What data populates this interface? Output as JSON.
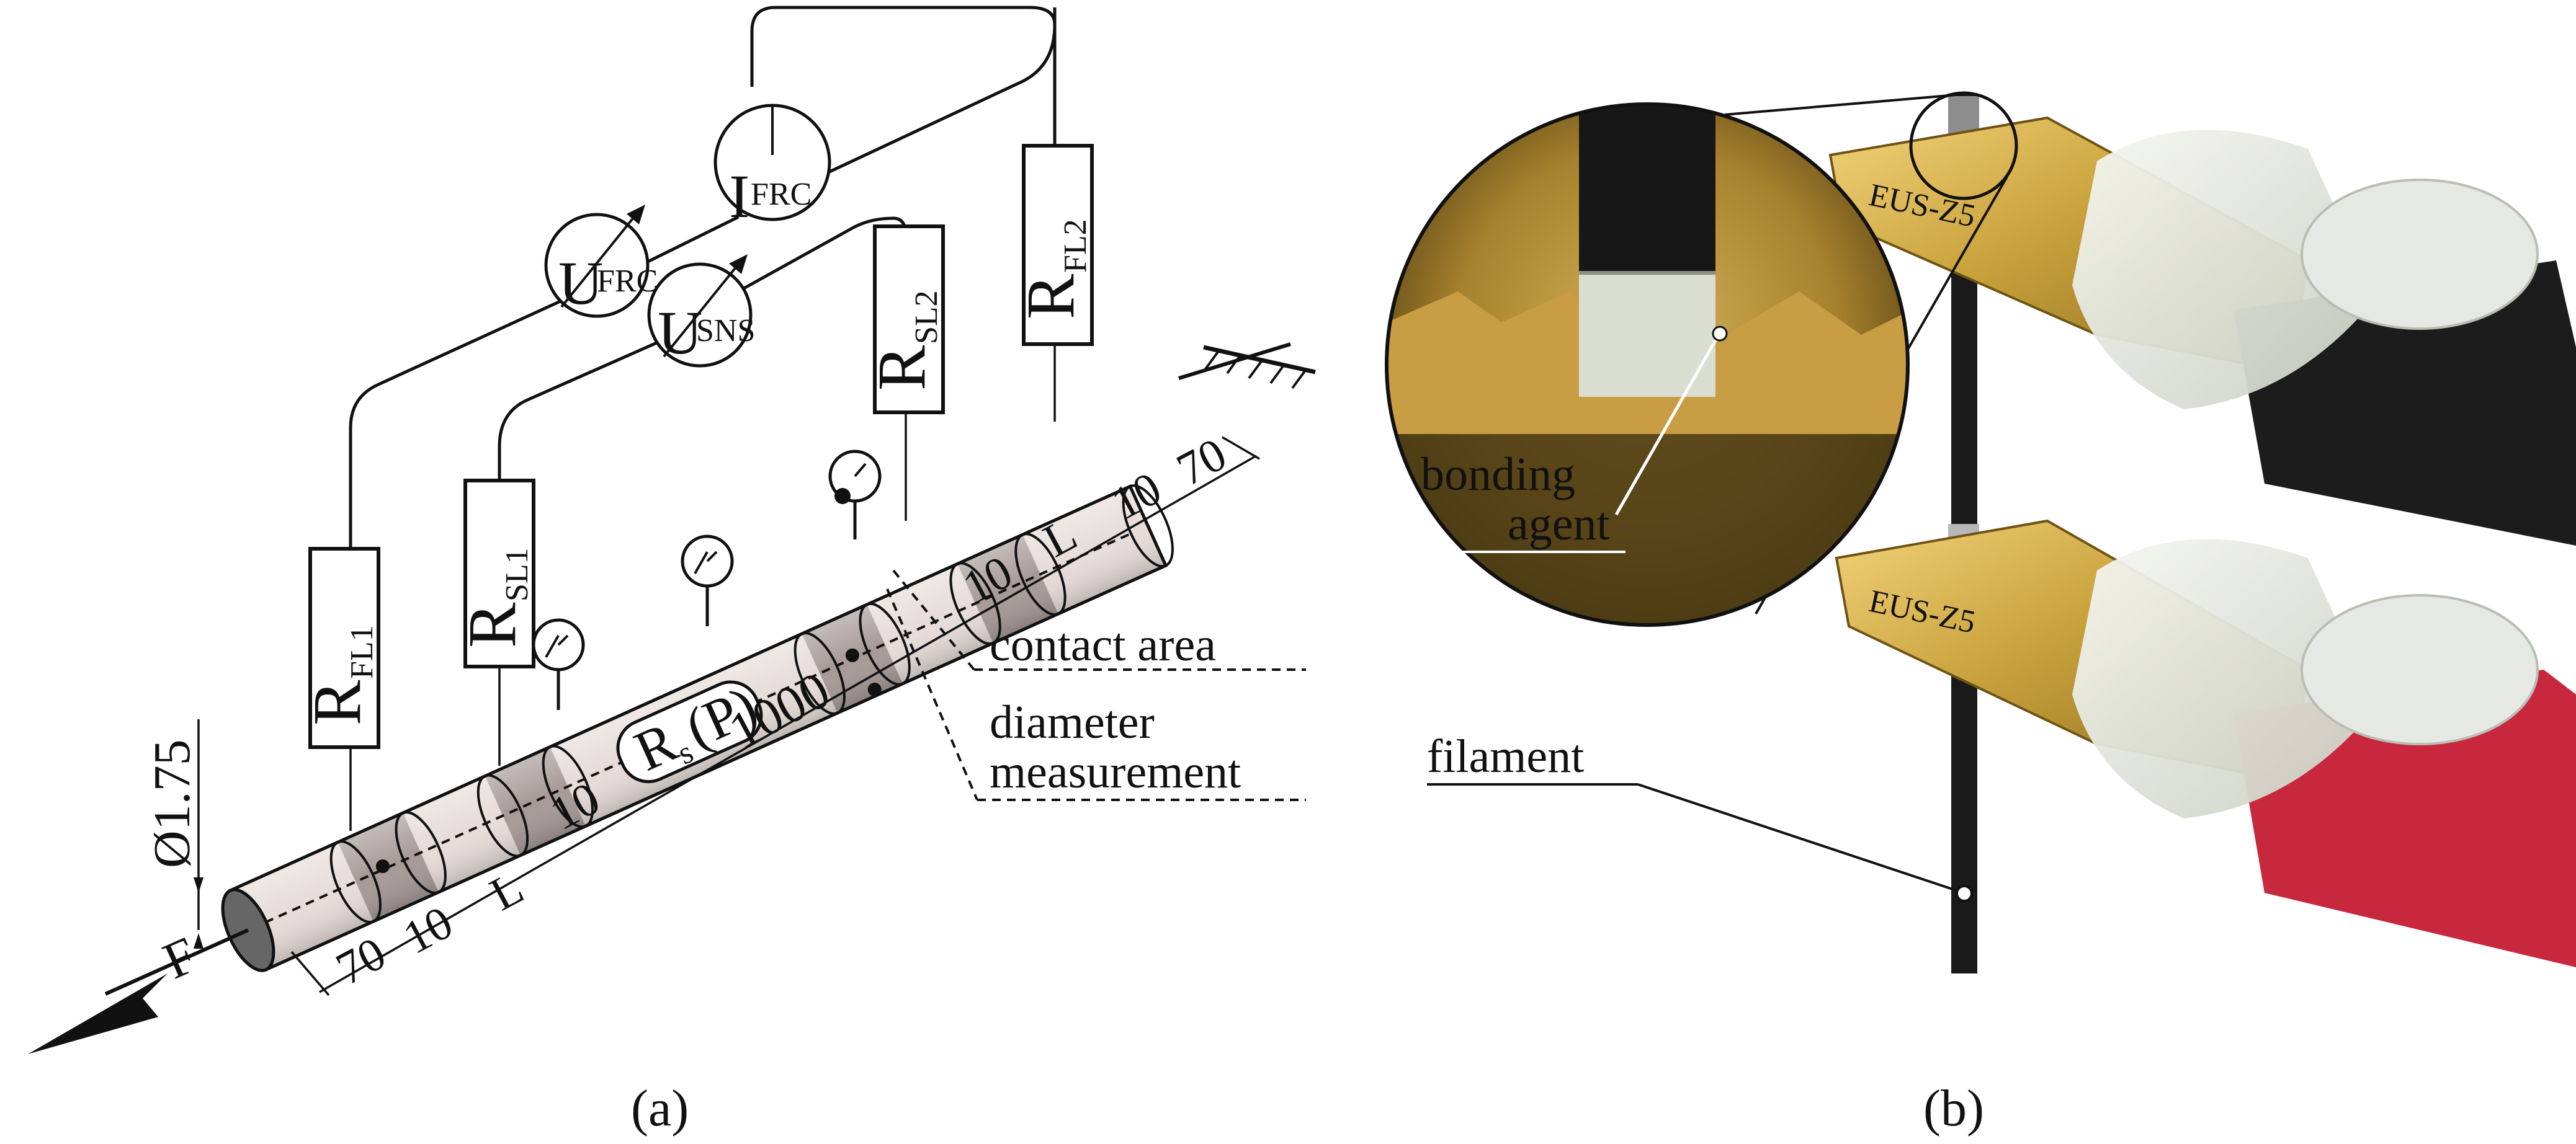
{
  "panel_a": {
    "caption": "(a)",
    "force_label": "F",
    "diameter_label": "Ø1.75",
    "meters": {
      "u_frc": {
        "main": "U",
        "sub": "FRC"
      },
      "i_frc": {
        "main": "I",
        "sub": "FRC"
      },
      "u_sns": {
        "main": "U",
        "sub": "SNS"
      }
    },
    "resistors": {
      "r_fl1": {
        "main": "R",
        "sub": "FL1"
      },
      "r_sl1": {
        "main": "R",
        "sub": "SL1"
      },
      "r_sl2": {
        "main": "R",
        "sub": "SL2"
      },
      "r_fl2": {
        "main": "R",
        "sub": "FL2"
      }
    },
    "sensor_label": {
      "main": "R",
      "sub": "s",
      "tail": "(P)"
    },
    "dimensions": {
      "left_end": "70",
      "left_gap": "10",
      "left_contact": "L",
      "left_inner": "10",
      "span": "1000",
      "right_inner": "10",
      "right_contact": "L",
      "right_gap": "10",
      "right_end": "70"
    },
    "callouts": {
      "contact_area": "contact area",
      "diameter_line1": "diameter",
      "diameter_line2": "measurement"
    }
  },
  "panel_b": {
    "caption": "(b)",
    "bonding_line1": "bonding",
    "bonding_line2": "agent",
    "filament": "filament",
    "clip_marking": "EUS-Z5"
  },
  "colors": {
    "filament_light": "#e6dcd8",
    "filament_contact": "#a69a96",
    "clip_brass": "#c9a23c",
    "grip_black": "#1c1c1c",
    "grip_red": "#c8283e",
    "sleeve": "#e7ebe2"
  }
}
